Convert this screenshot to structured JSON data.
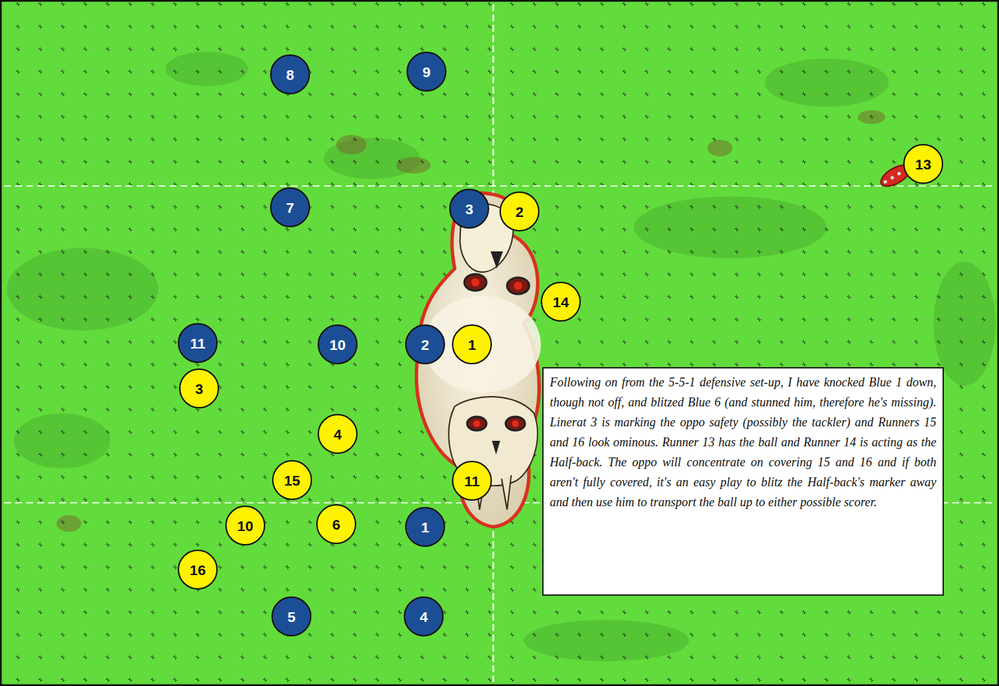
{
  "diagram": {
    "nodes": [
      {
        "text": [
          "8"
        ]
      },
      {
        "text": [
          "9"
        ]
      },
      {
        "text": [
          "13"
        ]
      },
      {
        "text": [
          "7"
        ]
      },
      {
        "text": [
          "3"
        ]
      },
      {
        "text": [
          "2"
        ]
      },
      {
        "text": [
          "14"
        ]
      },
      {
        "text": [
          "11"
        ]
      },
      {
        "text": [
          "10"
        ]
      },
      {
        "text": [
          "2"
        ]
      },
      {
        "text": [
          "1"
        ]
      },
      {
        "text": [
          "3"
        ]
      },
      {
        "text": [
          "4"
        ]
      },
      {
        "text": [
          "15"
        ]
      },
      {
        "text": [
          "11"
        ]
      },
      {
        "text": [
          "10"
        ]
      },
      {
        "text": [
          "6"
        ]
      },
      {
        "text": [
          "1"
        ]
      },
      {
        "text": [
          "16"
        ]
      },
      {
        "text": [
          "5"
        ]
      },
      {
        "text": [
          "4"
        ]
      },
      {
        "text": [
          "Following on from the 5-5-1 defensive set-up, I have knocked Blue 1 down, though not off, and blitzed Blue 6 (and stunned him, therefore he's missing). Linerat 3 is marking the oppo safety (possibly the tackler) and Runners 15 and 16 look ominous. Runner 13 has the ball and Runner 14 is acting as the Half-back. The oppo will concentrate on covering 15 and 16 and if both aren't fully covered, it's an easy play to blitz the Half-back's marker away and then use him to transport the ball up to either possible scorer."
        ]
      }
    ]
  }
}
